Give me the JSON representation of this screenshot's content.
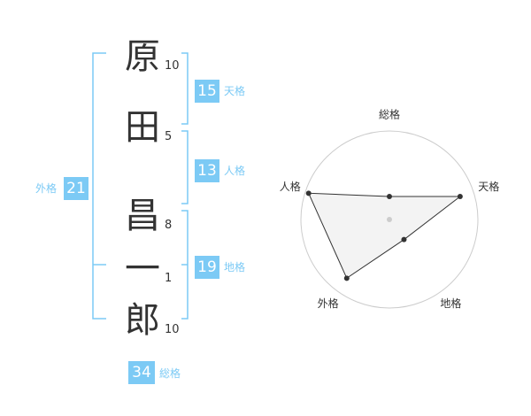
{
  "name": {
    "chars": [
      {
        "char": "原",
        "strokes": "10"
      },
      {
        "char": "田",
        "strokes": "5"
      },
      {
        "char": "昌",
        "strokes": "8"
      },
      {
        "char": "一",
        "strokes": "1"
      },
      {
        "char": "郎",
        "strokes": "10"
      }
    ]
  },
  "kaku": {
    "tenkaku": {
      "value": "15",
      "label": "天格"
    },
    "jinkaku": {
      "value": "13",
      "label": "人格"
    },
    "chikaku": {
      "value": "19",
      "label": "地格"
    },
    "gaikaku": {
      "value": "21",
      "label": "外格"
    },
    "soukaku": {
      "value": "34",
      "label": "総格"
    }
  },
  "colors": {
    "accent": "#7ccaf5",
    "bracket": "#7ccaf5",
    "kanji": "#333333",
    "radar_grid": "#cccccc",
    "radar_fill": "#eeeeee",
    "radar_line": "#333333"
  },
  "chart_data": {
    "type": "radar",
    "max": 5,
    "categories": [
      "総格",
      "天格",
      "地格",
      "外格",
      "人格"
    ],
    "values": [
      1.3,
      4.2,
      1.4,
      4.1,
      4.8
    ]
  }
}
